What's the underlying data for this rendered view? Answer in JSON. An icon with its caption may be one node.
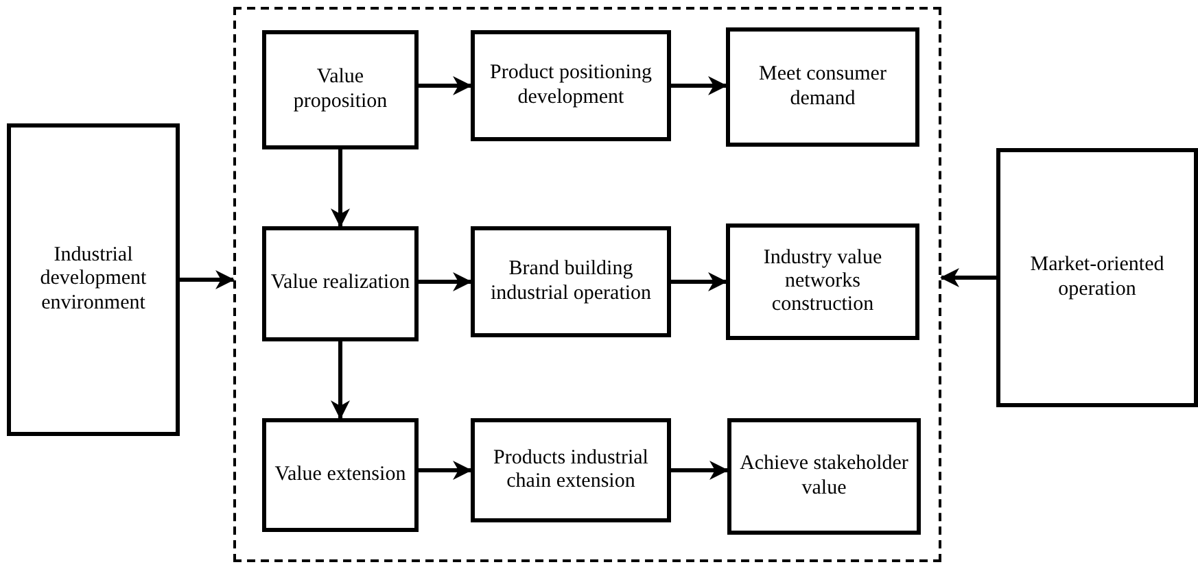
{
  "diagram": {
    "nodes": [
      {
        "text": [
          "Industrial development environment"
        ]
      },
      {
        "text": [],
        "shape": "box"
      },
      {
        "text": [
          "Value proposition"
        ],
        "in": 1
      },
      {
        "text": [
          "Product positioning development"
        ],
        "in": 1
      },
      {
        "text": [
          "Meet consumer demand"
        ],
        "in": 1
      },
      {
        "text": [
          "Value realization"
        ],
        "in": 1
      },
      {
        "text": [
          "Brand building industrial operation"
        ],
        "in": 1
      },
      {
        "text": [
          "Industry value networks construction"
        ],
        "in": 1
      },
      {
        "text": [
          "Value extension"
        ],
        "in": 1
      },
      {
        "text": [
          "Products industrial chain extension"
        ],
        "in": 1
      },
      {
        "text": [
          "Achieve stakeholder value"
        ],
        "in": 1
      },
      {
        "text": [
          "Market-oriented operation"
        ]
      }
    ],
    "edges": [
      {
        "from": 0,
        "to": 1,
        "arrow": "to"
      },
      {
        "from": 11,
        "to": 1,
        "arrow": "to"
      },
      {
        "from": 2,
        "to": 3,
        "arrow": "to"
      },
      {
        "from": 3,
        "to": 4,
        "arrow": "to"
      },
      {
        "from": 2,
        "to": 5,
        "arrow": "to"
      },
      {
        "from": 5,
        "to": 6,
        "arrow": "to"
      },
      {
        "from": 6,
        "to": 7,
        "arrow": "to"
      },
      {
        "from": 5,
        "to": 8,
        "arrow": "to"
      },
      {
        "from": 8,
        "to": 9,
        "arrow": "to"
      },
      {
        "from": 9,
        "to": 10,
        "arrow": "to"
      }
    ]
  }
}
